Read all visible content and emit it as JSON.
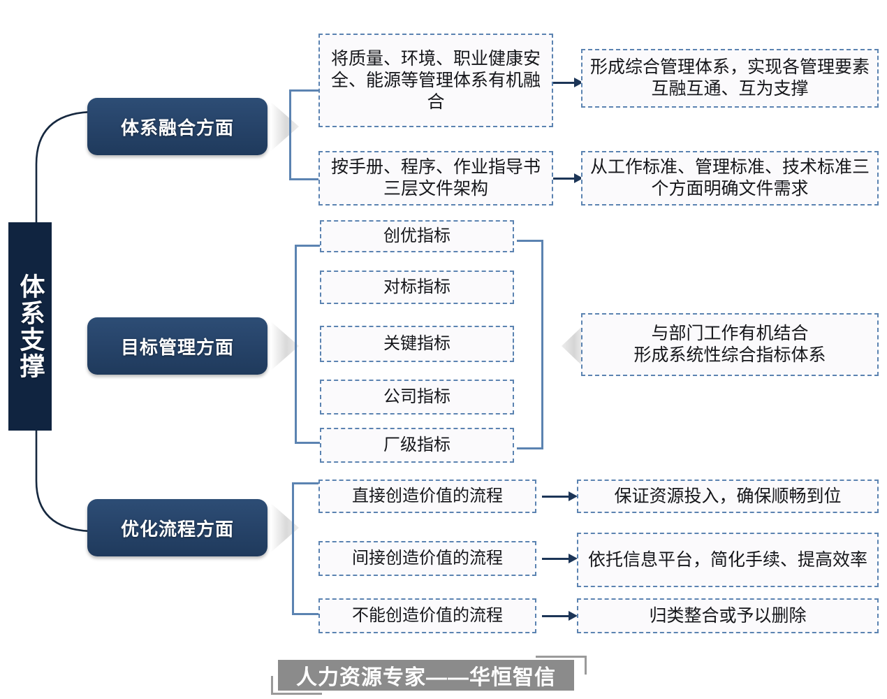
{
  "spine": {
    "label": "体系支撑"
  },
  "sections": [
    {
      "id": "system-integration",
      "pill": "体系融合方面",
      "left_items": [
        "将质量、环境、职业健康安全、能源等管理体系有机融合",
        "按手册、程序、作业指导书三层文件架构"
      ],
      "right_items": [
        "形成综合管理体系，实现各管理要素互融互通、互为支撑",
        "从工作标准、管理标准、技术标准三个方面明确文件需求"
      ]
    },
    {
      "id": "goal-management",
      "pill": "目标管理方面",
      "left_items": [
        "创优指标",
        "对标指标",
        "关键指标",
        "公司指标",
        "厂级指标"
      ],
      "right_items": [
        "与部门工作有机结合\n形成系统性综合指标体系"
      ]
    },
    {
      "id": "process-optimization",
      "pill": "优化流程方面",
      "left_items": [
        "直接创造价值的流程",
        "间接创造价值的流程",
        "不能创造价值的流程"
      ],
      "right_items": [
        "保证资源投入，确保顺畅到位",
        "依托信息平台，简化手续、提高效率",
        "归类整合或予以删除"
      ]
    }
  ],
  "footer": {
    "text": "人力资源专家——华恒智信"
  },
  "colors": {
    "spine_bg": "#102440",
    "pill_bg": "#27446a",
    "dashed_border": "#5b83b1",
    "arrow": "#1c3557",
    "footer_bar": "#8b8b8b"
  }
}
